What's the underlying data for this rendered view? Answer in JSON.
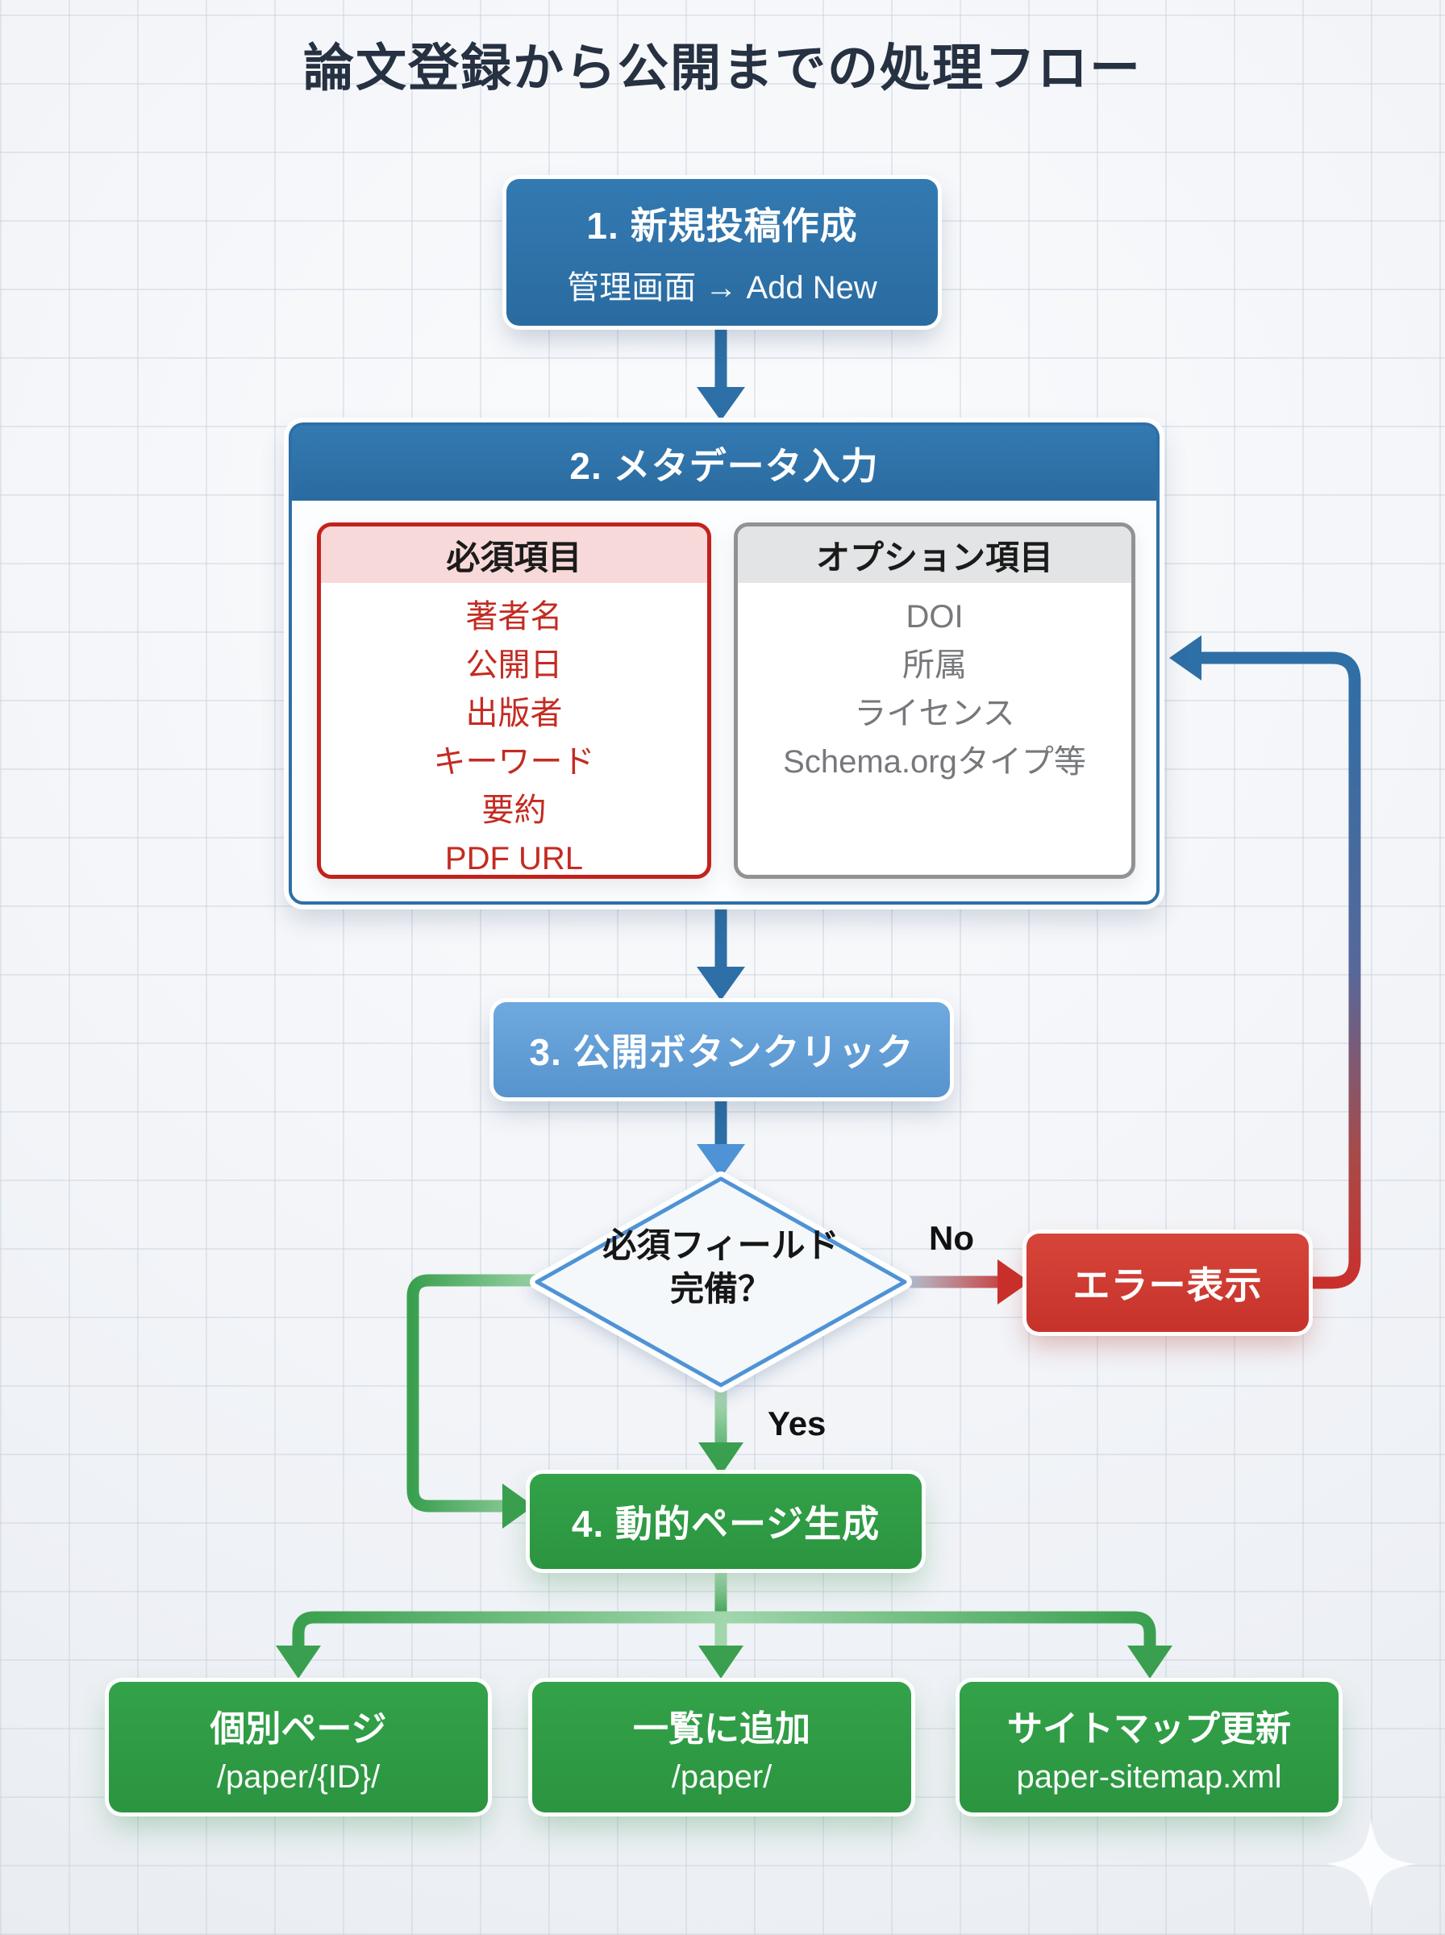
{
  "title": "論文登録から公開までの処理フロー",
  "flow": {
    "step1": {
      "title": "1. 新規投稿作成",
      "subtitle": "管理画面 → Add New"
    },
    "step2": {
      "title": "2. メタデータ入力",
      "required": {
        "title": "必須項目",
        "items": [
          "著者名",
          "公開日",
          "出版者",
          "キーワード",
          "要約",
          "PDF URL"
        ]
      },
      "optional": {
        "title": "オプション項目",
        "items": [
          "DOI",
          "所属",
          "ライセンス",
          "Schema.orgタイプ等"
        ]
      }
    },
    "step3": {
      "title": "3. 公開ボタンクリック"
    },
    "decision": {
      "line1": "必須フィールド",
      "line2": "完備？",
      "yes_label": "Yes",
      "no_label": "No"
    },
    "error": {
      "title": "エラー表示"
    },
    "step4": {
      "title": "4. 動的ページ生成"
    },
    "outputs": [
      {
        "title": "個別ページ",
        "subtitle": "/paper/{ID}/"
      },
      {
        "title": "一覧に追加",
        "subtitle": "/paper/"
      },
      {
        "title": "サイトマップ更新",
        "subtitle": "paper-sitemap.xml"
      }
    ]
  },
  "colors": {
    "primary_blue": "#2d6fa6",
    "light_blue": "#5f9cd4",
    "diamond_border_blue": "#4f93d6",
    "error_red": "#c9302c",
    "required_border_red": "#c3221c",
    "required_header_pink": "#f8d9d9",
    "required_text_red": "#c42b22",
    "optional_border_gray": "#909294",
    "optional_header_gray": "#e3e4e5",
    "optional_text_gray": "#76787c",
    "green": "#2f9b44",
    "arrow_green": "#3aa04f",
    "title_navy": "#263142"
  }
}
